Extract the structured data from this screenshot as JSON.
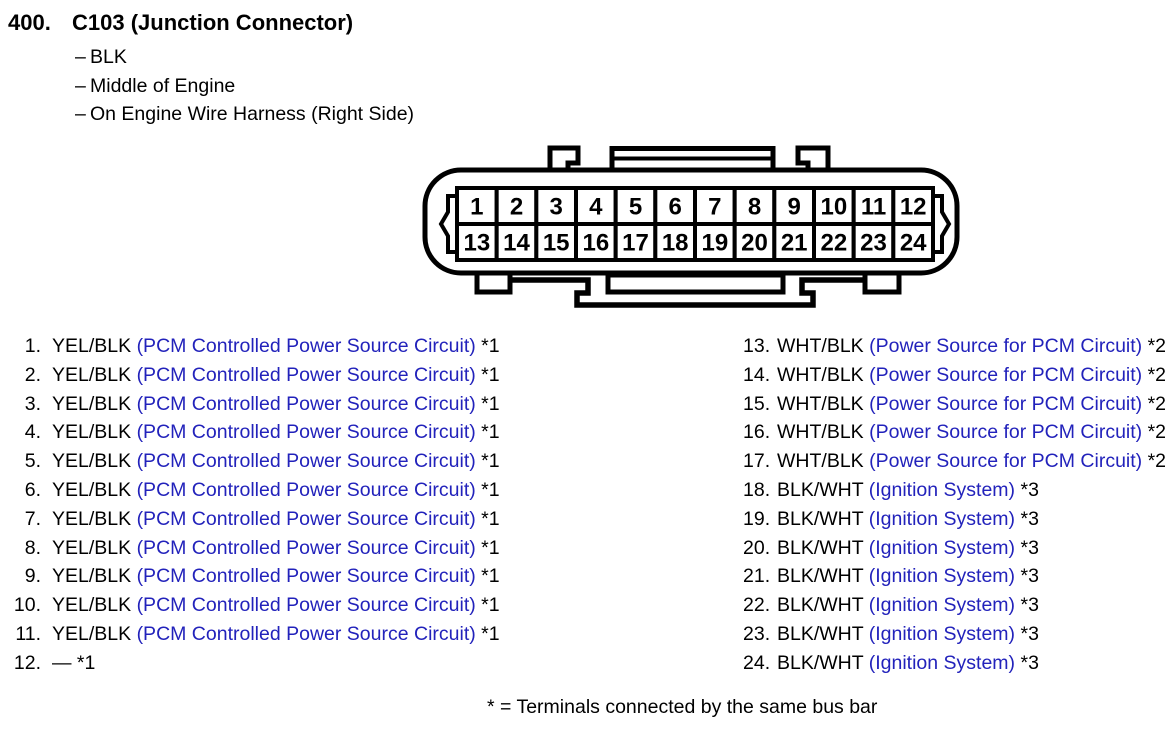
{
  "header": {
    "index": "400.",
    "title": "C103 (Junction Connector)",
    "detail_dash": "–",
    "details": [
      "BLK",
      "Middle of Engine",
      "On Engine Wire Harness (Right Side)"
    ]
  },
  "connector": {
    "top_row_pins": [
      "1",
      "2",
      "3",
      "4",
      "5",
      "6",
      "7",
      "8",
      "9",
      "10",
      "11",
      "12"
    ],
    "bottom_row_pins": [
      "13",
      "14",
      "15",
      "16",
      "17",
      "18",
      "19",
      "20",
      "21",
      "22",
      "23",
      "24"
    ]
  },
  "pin_list": {
    "left": [
      {
        "num": "1.",
        "wire": "YEL/BLK",
        "circuit": "(PCM Controlled Power Source Circuit)",
        "note": "*1"
      },
      {
        "num": "2.",
        "wire": "YEL/BLK",
        "circuit": "(PCM Controlled Power Source Circuit)",
        "note": "*1"
      },
      {
        "num": "3.",
        "wire": "YEL/BLK",
        "circuit": "(PCM Controlled Power Source Circuit)",
        "note": "*1"
      },
      {
        "num": "4.",
        "wire": "YEL/BLK",
        "circuit": "(PCM Controlled Power Source Circuit)",
        "note": "*1"
      },
      {
        "num": "5.",
        "wire": "YEL/BLK",
        "circuit": "(PCM Controlled Power Source Circuit)",
        "note": "*1"
      },
      {
        "num": "6.",
        "wire": "YEL/BLK",
        "circuit": "(PCM Controlled Power Source Circuit)",
        "note": "*1"
      },
      {
        "num": "7.",
        "wire": "YEL/BLK",
        "circuit": "(PCM Controlled Power Source Circuit)",
        "note": "*1"
      },
      {
        "num": "8.",
        "wire": "YEL/BLK",
        "circuit": "(PCM Controlled Power Source Circuit)",
        "note": "*1"
      },
      {
        "num": "9.",
        "wire": "YEL/BLK",
        "circuit": "(PCM Controlled Power Source Circuit)",
        "note": "*1"
      },
      {
        "num": "10.",
        "wire": "YEL/BLK",
        "circuit": "(PCM Controlled Power Source Circuit)",
        "note": "*1"
      },
      {
        "num": "11.",
        "wire": "YEL/BLK",
        "circuit": "(PCM Controlled Power Source Circuit)",
        "note": "*1"
      },
      {
        "num": "12.",
        "wire": "—",
        "circuit": "",
        "note": "*1"
      }
    ],
    "right": [
      {
        "num": "13.",
        "wire": "WHT/BLK",
        "circuit": "(Power Source for PCM Circuit)",
        "note": "*2"
      },
      {
        "num": "14.",
        "wire": "WHT/BLK",
        "circuit": "(Power Source for PCM Circuit)",
        "note": "*2"
      },
      {
        "num": "15.",
        "wire": "WHT/BLK",
        "circuit": "(Power Source for PCM Circuit)",
        "note": "*2"
      },
      {
        "num": "16.",
        "wire": "WHT/BLK",
        "circuit": "(Power Source for PCM Circuit)",
        "note": "*2"
      },
      {
        "num": "17.",
        "wire": "WHT/BLK",
        "circuit": "(Power Source for PCM Circuit)",
        "note": "*2"
      },
      {
        "num": "18.",
        "wire": "BLK/WHT",
        "circuit": "(Ignition System)",
        "note": "*3"
      },
      {
        "num": "19.",
        "wire": "BLK/WHT",
        "circuit": "(Ignition System)",
        "note": "*3"
      },
      {
        "num": "20.",
        "wire": "BLK/WHT",
        "circuit": "(Ignition System)",
        "note": "*3"
      },
      {
        "num": "21.",
        "wire": "BLK/WHT",
        "circuit": "(Ignition System)",
        "note": "*3"
      },
      {
        "num": "22.",
        "wire": "BLK/WHT",
        "circuit": "(Ignition System)",
        "note": "*3"
      },
      {
        "num": "23.",
        "wire": "BLK/WHT",
        "circuit": "(Ignition System)",
        "note": "*3"
      },
      {
        "num": "24.",
        "wire": "BLK/WHT",
        "circuit": "(Ignition System)",
        "note": "*3"
      }
    ]
  },
  "footer": {
    "note": "* = Terminals connected by the same bus bar"
  },
  "colors": {
    "circuit_text": "#2222bb",
    "body_text": "#000000"
  }
}
